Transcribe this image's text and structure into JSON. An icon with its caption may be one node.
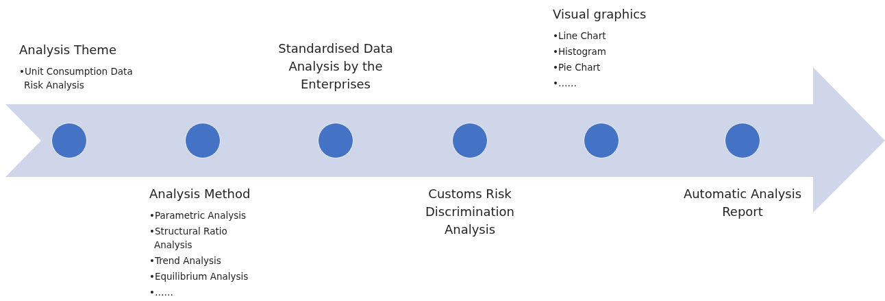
{
  "diagram": {
    "nodes": [
      {
        "text": [],
        "shape": "circle",
        "beside": [
          "Analysis Theme",
          "•Unit Consumption Data Risk Analysis"
        ]
      },
      {
        "text": [],
        "shape": "circle",
        "beside": [
          "Analysis Method",
          "•Parametric Analysis",
          "•Structural Ratio Analysis",
          "•Trend Analysis",
          "•Equilibrium Analysis",
          "•……"
        ]
      },
      {
        "text": [],
        "shape": "circle",
        "beside": [
          "Standardised Data Analysis by the Enterprises"
        ]
      },
      {
        "text": [],
        "shape": "circle",
        "beside": [
          "Customs Risk Discrimination Analysis"
        ]
      },
      {
        "text": [],
        "shape": "circle",
        "beside": [
          "Visual graphics",
          "•Line Chart",
          "•Histogram",
          "•Pie Chart",
          "•……"
        ]
      },
      {
        "text": [],
        "shape": "circle",
        "beside": [
          "Automatic Analysis Report"
        ]
      }
    ]
  }
}
